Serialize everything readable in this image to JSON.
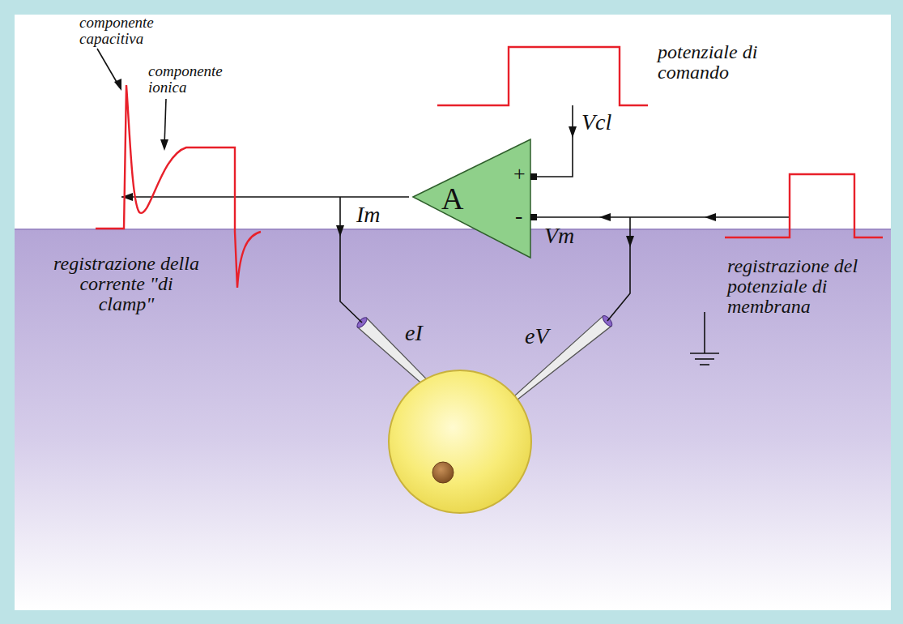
{
  "diagram": {
    "nodes": [
      {
        "text": [
          "A",
          "+",
          "-"
        ]
      }
    ],
    "labels": [
      "componente capacitiva",
      "componente ionica",
      "potenziale di comando",
      "Vcl",
      "Im",
      "Vm",
      "registrazione della corrente \"di clamp\"",
      "registrazione del potenziale di membrana",
      "eI",
      "eV"
    ]
  }
}
